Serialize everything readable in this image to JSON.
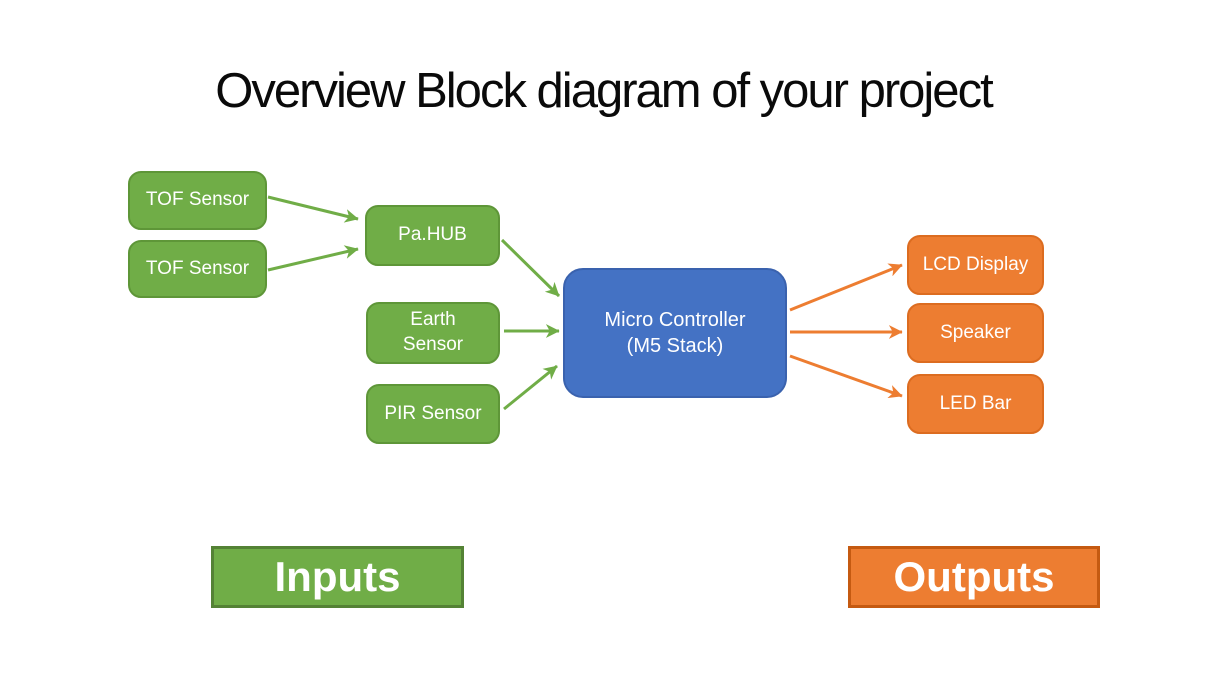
{
  "title": "Overview Block diagram of your project",
  "colors": {
    "bg": "#FFFFFF",
    "titleColor": "#0A0A0A",
    "green": "#70AD47",
    "greenBorder": "#5E9638",
    "blue": "#4472C4",
    "blueBorder": "#3A62AE",
    "orange": "#ED7D31",
    "orangeBorder": "#DC6C20",
    "inputsBorder": "#548235",
    "outputsBorder": "#C55A11"
  },
  "nodes": {
    "tof1": {
      "label": "TOF Sensor"
    },
    "tof2": {
      "label": "TOF Sensor"
    },
    "pahub": {
      "label": "Pa.HUB"
    },
    "earth": {
      "label": "Earth\nSensor"
    },
    "pir": {
      "label": "PIR Sensor"
    },
    "mc": {
      "label": "Micro Controller\n(M5 Stack)"
    },
    "lcd": {
      "label": "LCD Display"
    },
    "speaker": {
      "label": "Speaker"
    },
    "ledbar": {
      "label": "LED Bar"
    }
  },
  "edges": [
    {
      "from": "tof1",
      "to": "pahub",
      "color": "green"
    },
    {
      "from": "tof2",
      "to": "pahub",
      "color": "green"
    },
    {
      "from": "pahub",
      "to": "mc",
      "color": "green"
    },
    {
      "from": "earth",
      "to": "mc",
      "color": "green"
    },
    {
      "from": "pir",
      "to": "mc",
      "color": "green"
    },
    {
      "from": "mc",
      "to": "lcd",
      "color": "orange"
    },
    {
      "from": "mc",
      "to": "speaker",
      "color": "orange"
    },
    {
      "from": "mc",
      "to": "ledbar",
      "color": "orange"
    }
  ],
  "legend": {
    "inputs": "Inputs",
    "outputs": "Outputs"
  }
}
